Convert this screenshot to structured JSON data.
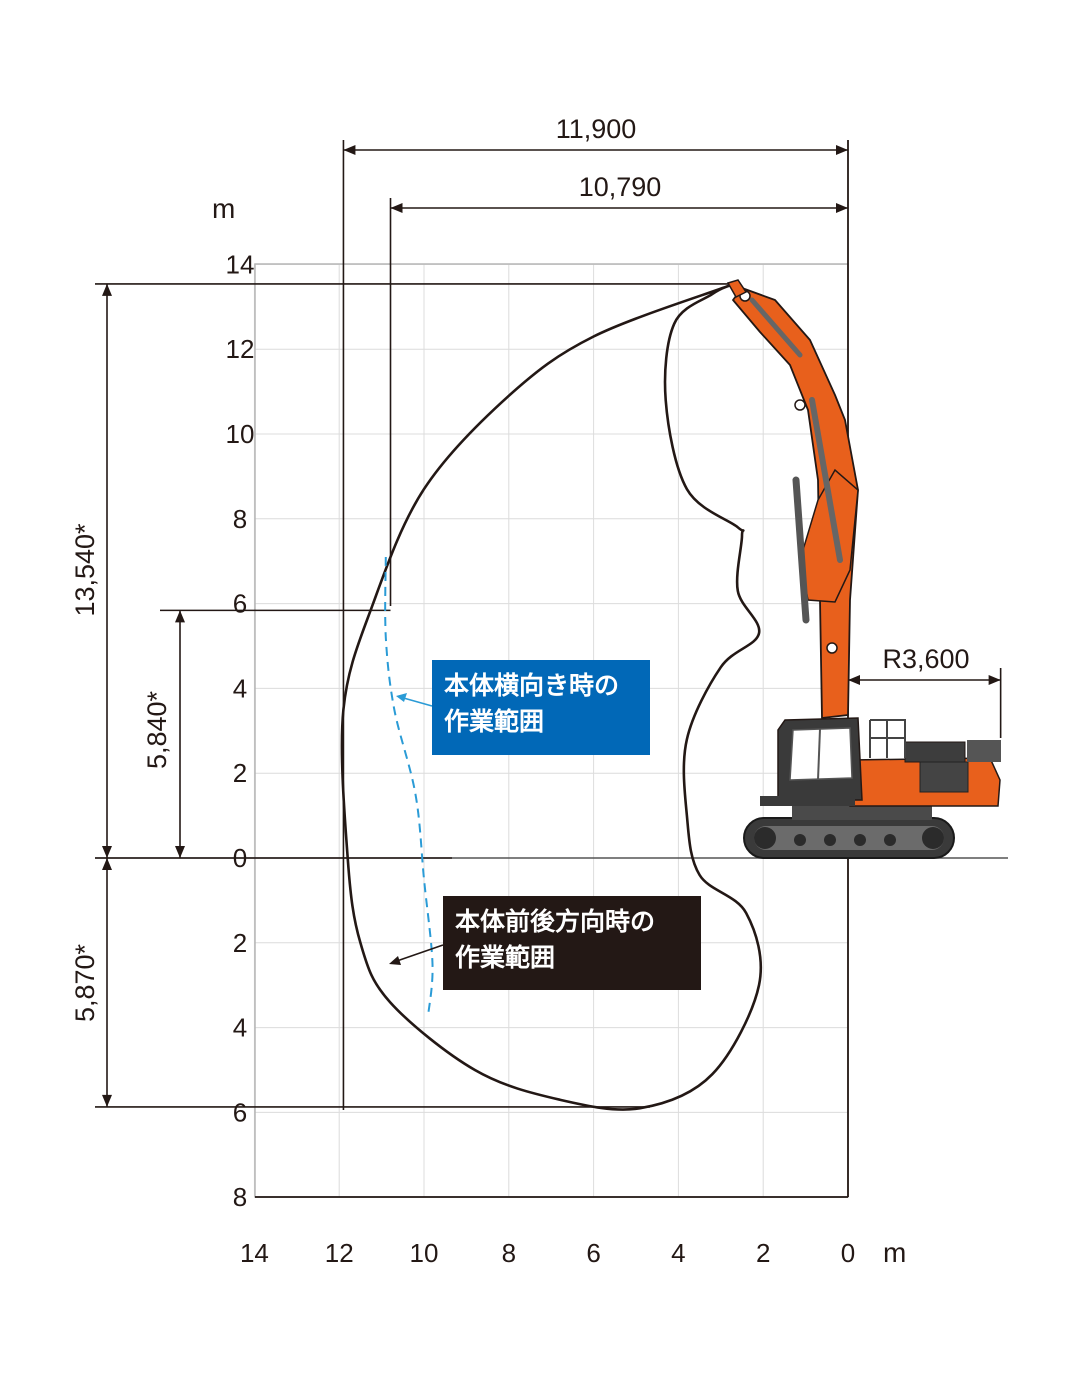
{
  "units": {
    "y_axis": "m",
    "x_axis": "m"
  },
  "chart_data": {
    "type": "working-range-diagram",
    "x_ticks": [
      "14",
      "12",
      "10",
      "8",
      "6",
      "4",
      "2",
      "0"
    ],
    "y_ticks_up": [
      "14",
      "12",
      "10",
      "8",
      "6",
      "4",
      "2",
      "0"
    ],
    "y_ticks_down": [
      "2",
      "4",
      "6",
      "8"
    ],
    "xlim": [
      14,
      0
    ],
    "ylim": [
      -8,
      14
    ],
    "grid": true,
    "envelope_front_back": {
      "points": [
        [
          2.8,
          13.5
        ],
        [
          6.0,
          12.3
        ],
        [
          8.0,
          10.9
        ],
        [
          10.0,
          8.7
        ],
        [
          11.2,
          6.0
        ],
        [
          11.9,
          3.5
        ],
        [
          11.8,
          0.0
        ],
        [
          11.5,
          -2.0
        ],
        [
          10.8,
          -3.4
        ],
        [
          8.8,
          -5.0
        ],
        [
          6.8,
          -5.7
        ],
        [
          4.9,
          -5.9
        ],
        [
          3.2,
          -5.1
        ],
        [
          2.1,
          -3.0
        ],
        [
          2.4,
          -1.3
        ],
        [
          3.5,
          -0.4
        ],
        [
          3.8,
          1.0
        ],
        [
          3.8,
          2.8
        ],
        [
          3.0,
          4.5
        ],
        [
          2.1,
          5.3
        ],
        [
          2.6,
          6.3
        ],
        [
          2.5,
          7.6
        ],
        [
          2.6,
          7.8
        ],
        [
          3.8,
          8.7
        ],
        [
          4.3,
          10.8
        ],
        [
          4.1,
          12.6
        ],
        [
          3.2,
          13.3
        ],
        [
          2.8,
          13.5
        ]
      ]
    },
    "envelope_side": {
      "points": [
        [
          10.9,
          7.1
        ],
        [
          10.9,
          5.2
        ],
        [
          10.7,
          3.5
        ],
        [
          10.2,
          1.5
        ],
        [
          10.0,
          -0.5
        ],
        [
          9.8,
          -2.5
        ],
        [
          9.9,
          -3.7
        ]
      ]
    },
    "dimensions": {
      "max_reach": "11,900",
      "reach_side": "10,790",
      "max_height": "13,540*",
      "height_side": "5,840*",
      "max_depth": "5,870*",
      "tail_swing": "R3,600"
    },
    "dimension_values_m": {
      "max_reach": 11.9,
      "reach_side": 10.79,
      "max_height": 13.54,
      "height_side": 5.84,
      "max_depth": 5.87,
      "tail_swing": 3.6
    }
  },
  "callouts": {
    "side": {
      "line1": "本体横向き時の",
      "line2": "作業範囲"
    },
    "front_back": {
      "line1": "本体前後方向時の",
      "line2": "作業範囲"
    }
  },
  "colors": {
    "outline": "#231815",
    "grid": "#d9d9d9",
    "side_range_dash": "#2a9bd6",
    "callout_side_bg": "#0168b7",
    "callout_front_bg": "#231815",
    "machine_orange": "#e8601c"
  }
}
